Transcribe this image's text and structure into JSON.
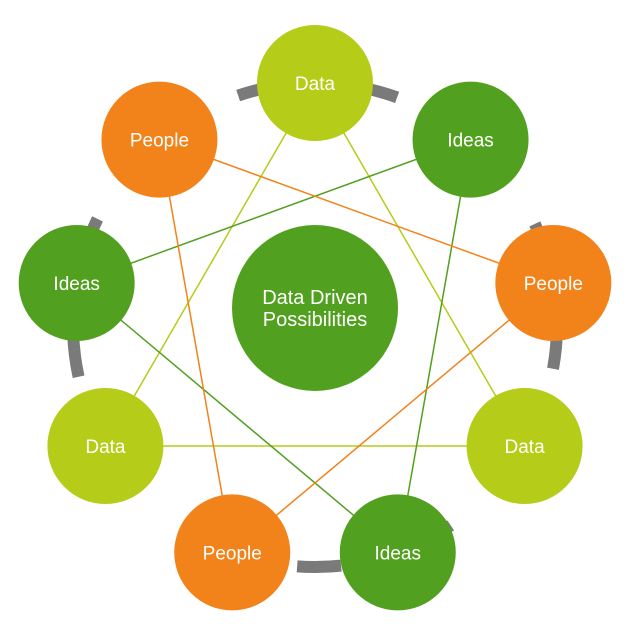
{
  "colors": {
    "ring": "#7a7a7a",
    "data": "#b5cc18",
    "ideas": "#52a01f",
    "people": "#f2821a",
    "center": "#52a01f",
    "text": "#ffffff"
  },
  "center": {
    "line1": "Data Driven",
    "line2": "Possibilities"
  },
  "nodes": [
    {
      "id": "data-top",
      "label": "Data",
      "kind": "data"
    },
    {
      "id": "ideas-top-right",
      "label": "Ideas",
      "kind": "ideas"
    },
    {
      "id": "people-right",
      "label": "People",
      "kind": "people"
    },
    {
      "id": "data-right",
      "label": "Data",
      "kind": "data"
    },
    {
      "id": "ideas-bottom-right",
      "label": "Ideas",
      "kind": "ideas"
    },
    {
      "id": "people-bottom-left",
      "label": "People",
      "kind": "people"
    },
    {
      "id": "data-left",
      "label": "Data",
      "kind": "data"
    },
    {
      "id": "ideas-left",
      "label": "Ideas",
      "kind": "ideas"
    },
    {
      "id": "people-top-left",
      "label": "People",
      "kind": "people"
    }
  ],
  "connections": [
    {
      "from": "data-top",
      "to": "data-right",
      "kind": "data"
    },
    {
      "from": "data-right",
      "to": "data-left",
      "kind": "data"
    },
    {
      "from": "data-left",
      "to": "data-top",
      "kind": "data"
    },
    {
      "from": "ideas-top-right",
      "to": "ideas-bottom-right",
      "kind": "ideas"
    },
    {
      "from": "ideas-bottom-right",
      "to": "ideas-left",
      "kind": "ideas"
    },
    {
      "from": "ideas-left",
      "to": "ideas-top-right",
      "kind": "ideas"
    },
    {
      "from": "people-top-left",
      "to": "people-right",
      "kind": "people"
    },
    {
      "from": "people-right",
      "to": "people-bottom-left",
      "kind": "people"
    },
    {
      "from": "people-bottom-left",
      "to": "people-top-left",
      "kind": "people"
    }
  ]
}
